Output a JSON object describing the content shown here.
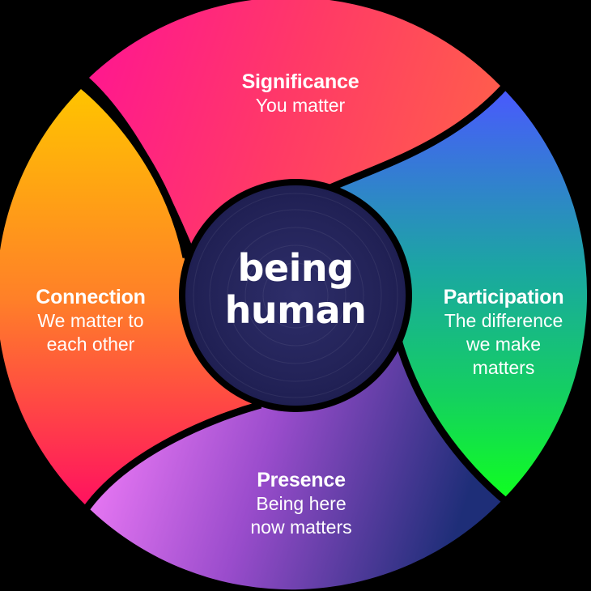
{
  "center": {
    "line1": "being",
    "line2": "human"
  },
  "segments": {
    "significance": {
      "title": "Significance",
      "lines": [
        "You matter"
      ]
    },
    "participation": {
      "title": "Participation",
      "lines": [
        "The difference",
        "we make",
        "matters"
      ]
    },
    "presence": {
      "title": "Presence",
      "lines": [
        "Being here",
        "now matters"
      ]
    },
    "connection": {
      "title": "Connection",
      "lines": [
        "We matter to",
        "each other"
      ]
    }
  },
  "colors": {
    "background": "#000000",
    "hub": "#23235a",
    "significance": [
      "#ff1493",
      "#ff4060",
      "#ff5a4e"
    ],
    "participation": [
      "#4a5cff",
      "#1ab87a",
      "#10ff20"
    ],
    "presence": [
      "#ff80ff",
      "#a050d0",
      "#20307a"
    ],
    "connection": [
      "#ffc000",
      "#ff7030",
      "#ff1060"
    ]
  }
}
